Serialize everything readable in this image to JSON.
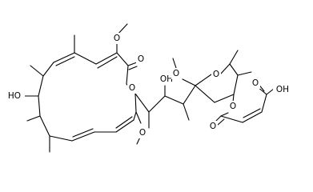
{
  "molecule": {
    "labels": {
      "ho_left": "HO",
      "o_methoxy_top": "O",
      "o_carbonyl": "O",
      "o_ring_ester": "O",
      "oh_mid": "OH",
      "o_methoxy_glyco": "O",
      "o_pyran_ring": "O",
      "o_methoxy_bottom": "O",
      "o_ester_link": "O",
      "o_ester_carbonyl": "O",
      "oh_acid": "OH",
      "o_acid_carbonyl": "O"
    }
  }
}
